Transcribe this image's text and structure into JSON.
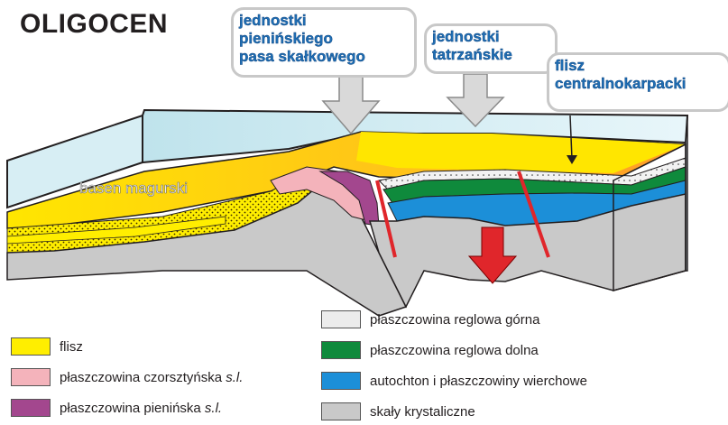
{
  "title": "OLIGOCEN",
  "callouts": {
    "pieniny": [
      "jednostki",
      "pienińskiego",
      "pasa skałkowego"
    ],
    "tatry": [
      "jednostki",
      "tatrzańskie"
    ],
    "flysch": [
      "flisz",
      "centralnokarpacki"
    ]
  },
  "basin_label": "basen magurski",
  "legend_left": [
    {
      "label": "flisz",
      "suffix": "",
      "color": "#ffee00"
    },
    {
      "label": "płaszczowina czorsztyńska ",
      "suffix": "s.l.",
      "color": "#f4b3bb"
    },
    {
      "label": "płaszczowina pienińska ",
      "suffix": "s.l.",
      "color": "#a3478e"
    }
  ],
  "legend_right": [
    {
      "label": "płaszczowina reglowa górna",
      "color": "#ececec"
    },
    {
      "label": "płaszczowina reglowa dolna",
      "color": "#0f8a3c"
    },
    {
      "label": "autochton i płaszczowiny wierchowe",
      "color": "#1c8fd8"
    },
    {
      "label": "skały krystaliczne",
      "color": "#c9c9c9"
    }
  ]
}
